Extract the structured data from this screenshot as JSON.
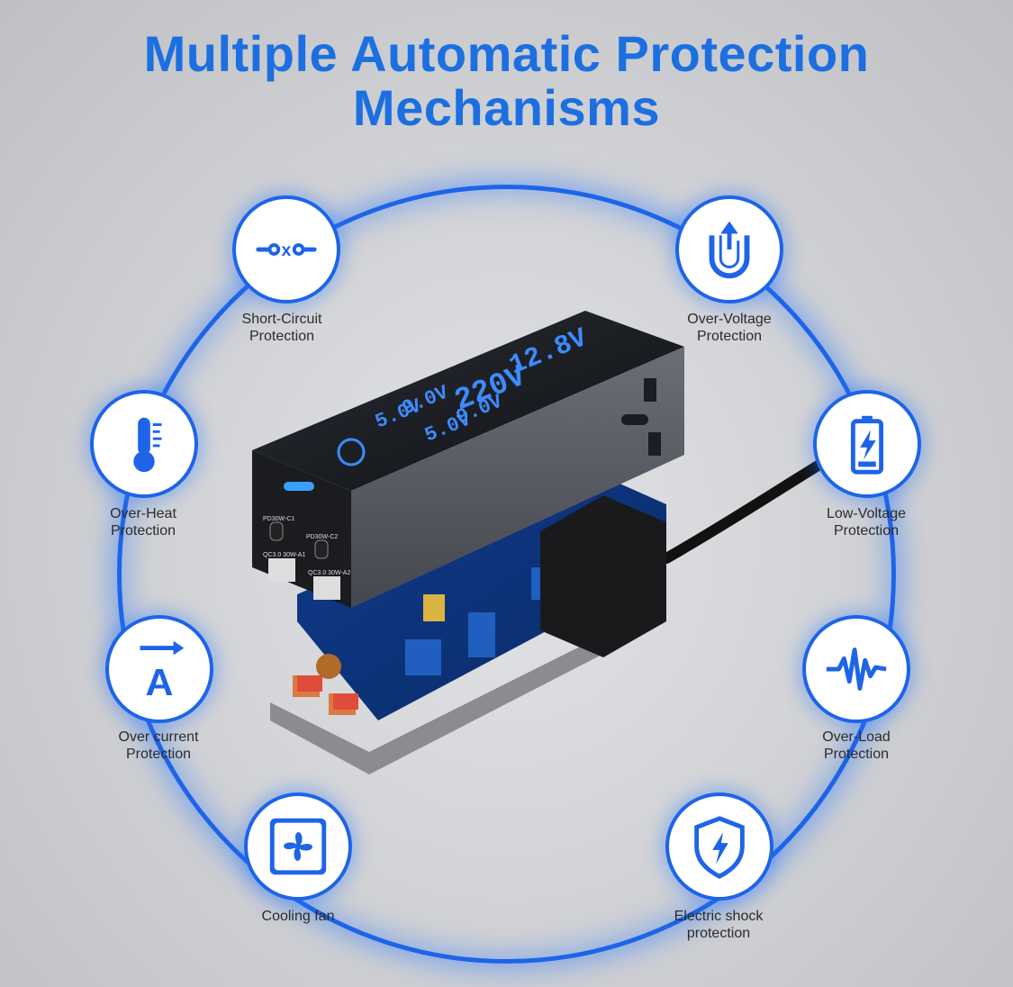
{
  "title": {
    "line1": "Multiple Automatic Protection",
    "line2": "Mechanisms"
  },
  "colors": {
    "accent": "#1d64e8",
    "title": "#1c6fe0",
    "background": "#cfd0d3"
  },
  "features": [
    {
      "icon": "short-circuit-icon",
      "line1": "Short-Circuit",
      "line2": "Protection"
    },
    {
      "icon": "over-voltage-icon",
      "line1": "Over-Voltage",
      "line2": "Protection"
    },
    {
      "icon": "thermometer-icon",
      "line1": "Over-Heat",
      "line2": "Protection"
    },
    {
      "icon": "battery-low-icon",
      "line1": "Low-Voltage",
      "line2": "Protection"
    },
    {
      "icon": "current-icon",
      "line1": "Over current",
      "line2": "Protection"
    },
    {
      "icon": "waveform-icon",
      "line1": "Over-Load",
      "line2": "Protection"
    },
    {
      "icon": "fan-icon",
      "line1": "Cooling fan",
      "line2": ""
    },
    {
      "icon": "shield-lightning-icon",
      "line1": "Electric shock",
      "line2": "protection"
    }
  ],
  "device": {
    "display_input": "12.8V",
    "display_output": "220V",
    "display_c1": "9.0V",
    "display_c2": "9.0V",
    "display_a1": "5.0V",
    "display_a2": "5.0V",
    "port_c1": "PD30W-C1",
    "port_c2": "PD30W-C2",
    "port_a1": "QC3.0 30W-A1",
    "port_a2": "QC3.0 30W-A2"
  }
}
